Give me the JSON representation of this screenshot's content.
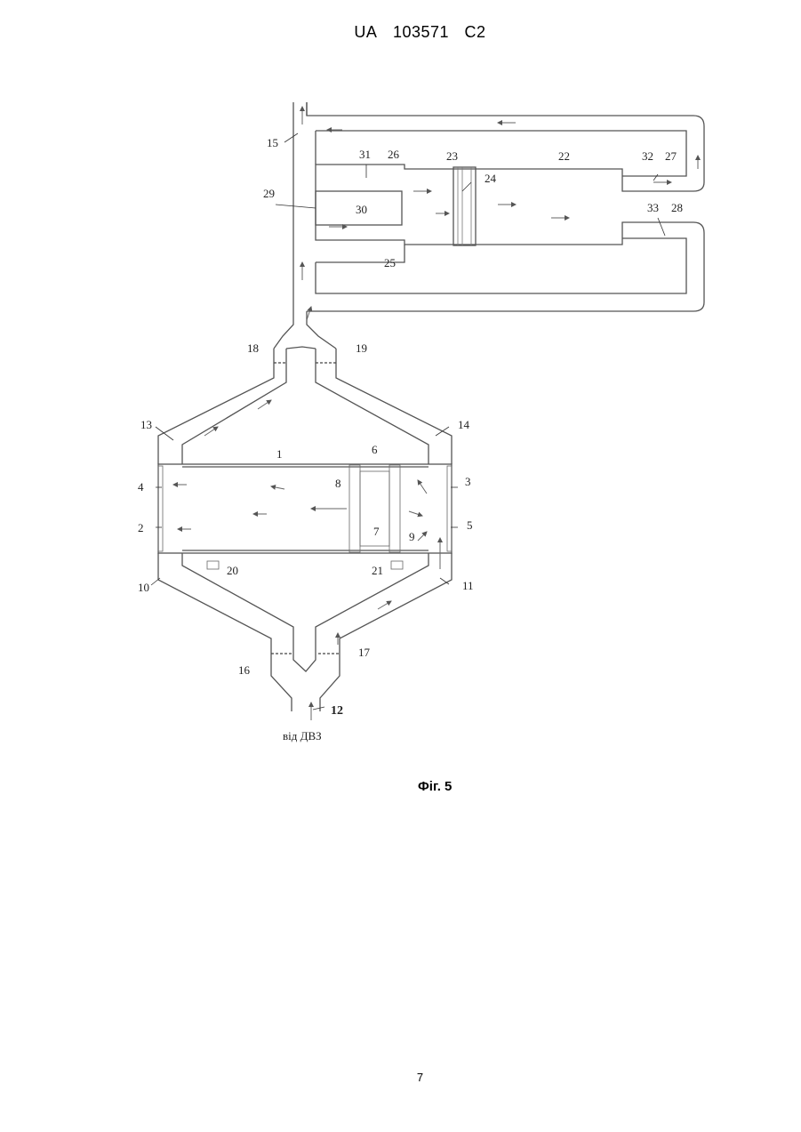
{
  "header": {
    "country": "UA",
    "number": "103571",
    "kind": "C2"
  },
  "figure": {
    "caption": "Фіг. 5",
    "inlet_label": "від ДВЗ",
    "labels": {
      "l1": "1",
      "l2": "2",
      "l3": "3",
      "l4": "4",
      "l5": "5",
      "l6": "6",
      "l7": "7",
      "l8": "8",
      "l9": "9",
      "l10": "10",
      "l11": "11",
      "l12": "12",
      "l13": "13",
      "l14": "14",
      "l15": "15",
      "l16": "16",
      "l17": "17",
      "l18": "18",
      "l19": "19",
      "l20": "20",
      "l21": "21",
      "l22": "22",
      "l23": "23",
      "l24": "24",
      "l25": "25",
      "l26": "26",
      "l27": "27",
      "l28": "28",
      "l29": "29",
      "l30": "30",
      "l31": "31",
      "l32": "32",
      "l33": "33"
    }
  },
  "page_number": "7"
}
